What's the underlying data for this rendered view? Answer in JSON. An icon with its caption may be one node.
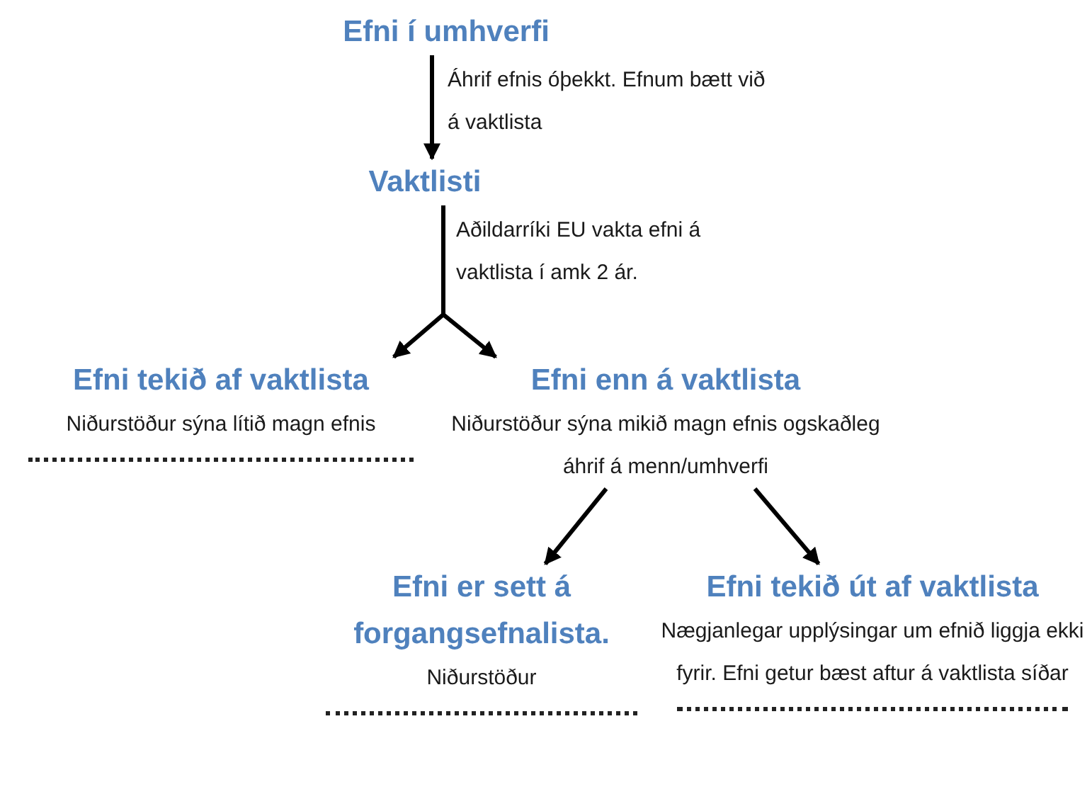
{
  "diagram": {
    "nodes": [
      {
        "text": [
          "Efni í umhverfi"
        ]
      },
      {
        "text": [
          "Vaktlisti"
        ]
      },
      {
        "text": [
          "Efni tekið af vaktlista",
          "Niðurstöður sýna lítið magn efnis"
        ]
      },
      {
        "text": [
          "Efni enn á vaktlista",
          "Niðurstöður sýna mikið magn efnis ogskaðleg áhrif á menn/umhverfi"
        ]
      },
      {
        "text": [
          "Efni er sett á forgangsefnalista.",
          "Niðurstöður"
        ]
      },
      {
        "text": [
          "Efni tekið út af vaktlista",
          "Nægjanlegar upplýsingar um efnið liggja ekki fyrir. Efni getur bæst aftur á vaktlista síðar"
        ]
      }
    ],
    "edges": [
      {
        "from": 0,
        "to": 1,
        "arrow": "to",
        "label": "Áhrif efnis óþekkt. Efnum bætt við á vaktlista"
      },
      {
        "from": 1,
        "to": 2,
        "arrow": "to",
        "label": "Aðildarríki EU vakta efni á vaktlista í amk 2 ár."
      },
      {
        "from": 1,
        "to": 3,
        "arrow": "to"
      },
      {
        "from": 3,
        "to": 4,
        "arrow": "to"
      },
      {
        "from": 3,
        "to": 5,
        "arrow": "to"
      }
    ]
  }
}
